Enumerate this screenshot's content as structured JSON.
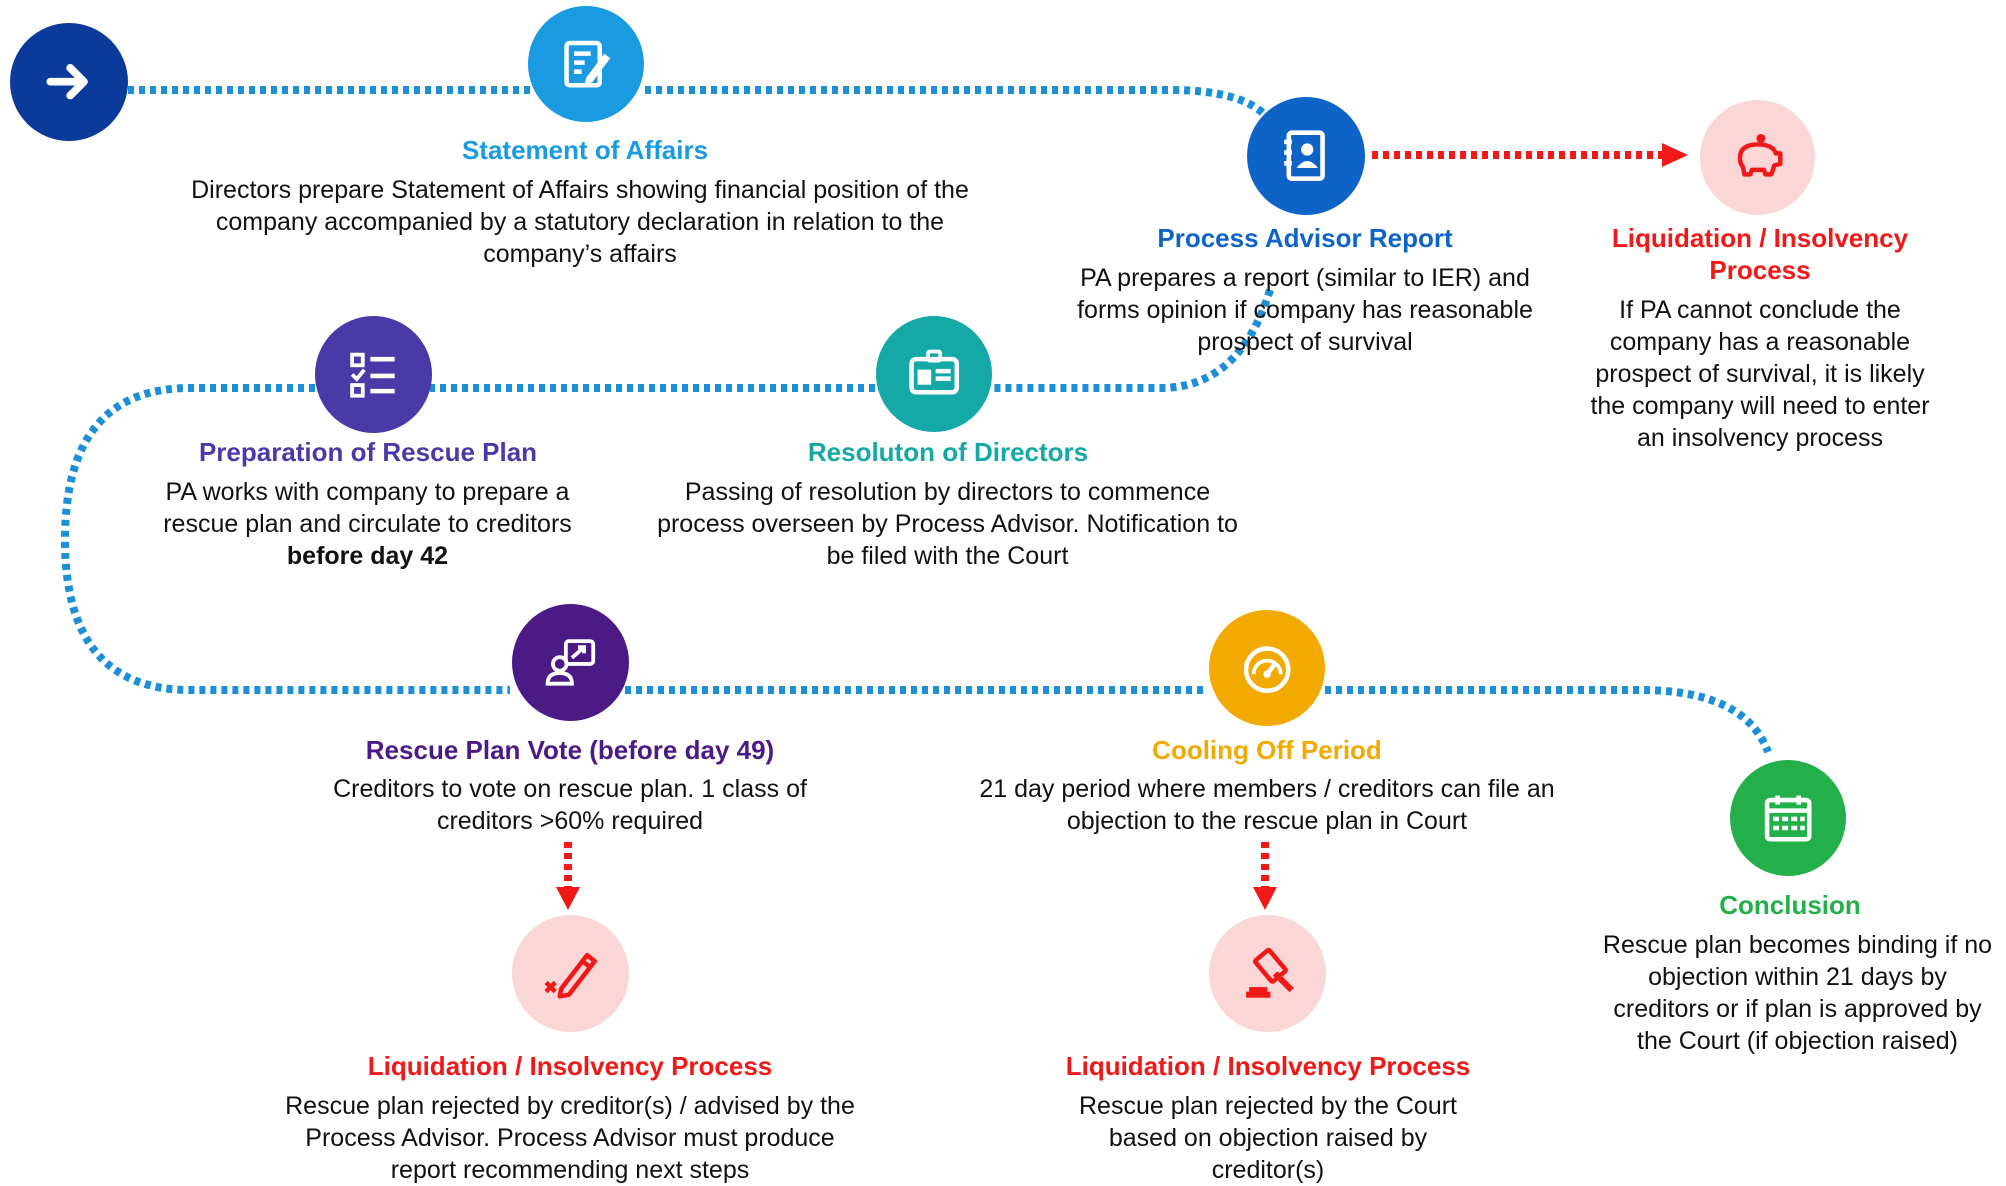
{
  "colors": {
    "dark_blue": "#0B3B9A",
    "light_blue": "#1A9AE1",
    "blue": "#0E63C6",
    "purple": "#4A3AA8",
    "teal": "#14A8A6",
    "deep_purple": "#4B1A84",
    "gold": "#F2A900",
    "green": "#23B04A",
    "red": "#F01818",
    "pink_bg": "#FAD6D6",
    "dotted_blue": "#1C8FD6"
  },
  "steps": {
    "start": {
      "icon": "arrow-right-icon"
    },
    "statement": {
      "icon": "edit-document-icon",
      "title": "Statement of Affairs",
      "desc": "Directors prepare Statement of Affairs showing financial position of the company accompanied by a statutory declaration in relation to the company’s affairs"
    },
    "pa_report": {
      "icon": "address-book-icon",
      "title": "Process Advisor Report",
      "desc": "PA prepares a report (similar to IER) and forms opinion if company has reasonable prospect of survival"
    },
    "liquidation_top": {
      "icon": "piggy-bank-icon",
      "title": "Liquidation / Insolvency Process",
      "desc": "If PA cannot conclude the company has a reasonable prospect of survival, it is likely the company will need to enter an insolvency process"
    },
    "resolution": {
      "icon": "id-badge-icon",
      "title": "Resoluton of Directors",
      "desc": "Passing of resolution by directors to commence process overseen by Process Advisor. Notification to be filed with the Court"
    },
    "rescue_prep": {
      "icon": "checklist-icon",
      "title": "Preparation of Rescue Plan",
      "desc": "PA works with company to prepare a rescue plan and circulate to creditors",
      "desc_bold": "before day 42"
    },
    "vote": {
      "icon": "presenter-chart-icon",
      "title": "Rescue Plan Vote (before day 49)",
      "desc": "Creditors to vote on rescue plan.  1 class of creditors >60% required"
    },
    "cooling": {
      "icon": "speedometer-icon",
      "title": "Cooling Off Period",
      "desc": "21 day period where members / creditors can file an objection to the rescue plan in Court"
    },
    "conclusion": {
      "icon": "calendar-icon",
      "title": "Conclusion",
      "desc": "Rescue plan becomes binding if no objection within 21 days by creditors or if plan is approved by the Court (if objection raised)"
    },
    "liquidation_vote": {
      "icon": "pen-cross-icon",
      "title": "Liquidation / Insolvency Process",
      "desc": "Rescue plan rejected by creditor(s) / advised by the Process Advisor.  Process Advisor must produce report recommending next steps"
    },
    "liquidation_court": {
      "icon": "gavel-icon",
      "title": "Liquidation / Insolvency Process",
      "desc": "Rescue plan rejected by the Court based on objection raised by creditor(s)"
    }
  }
}
